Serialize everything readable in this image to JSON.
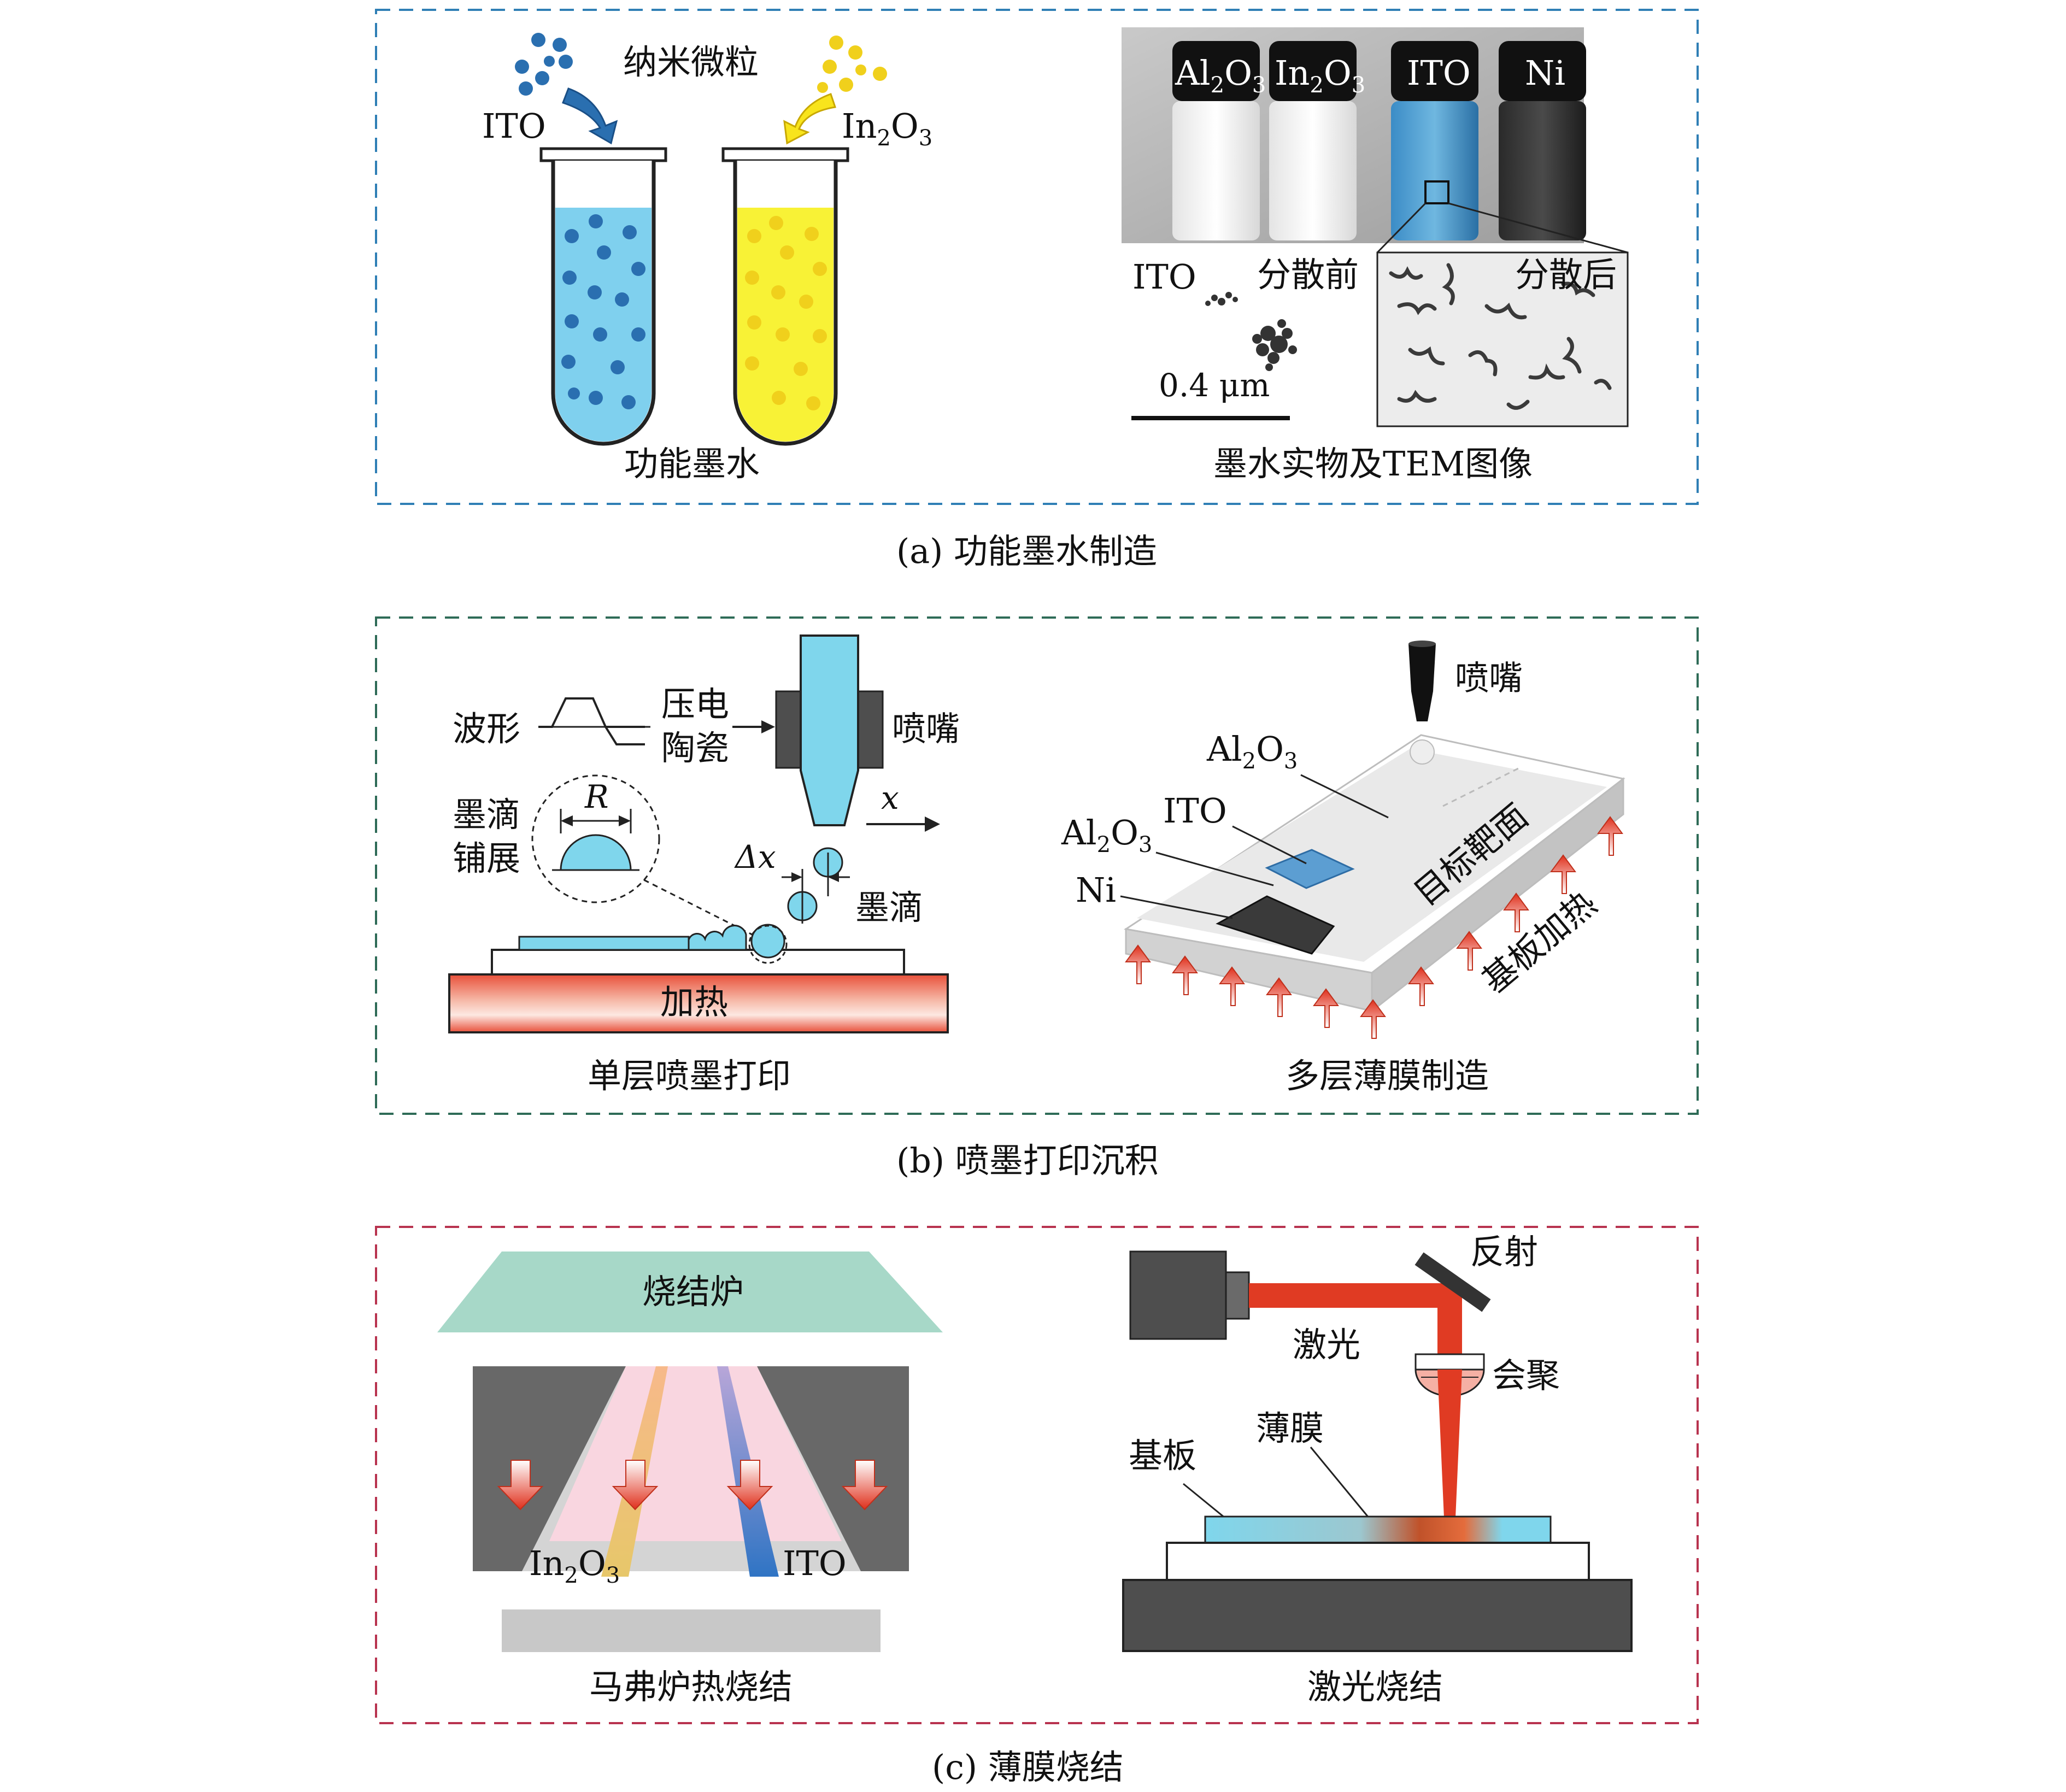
{
  "colors": {
    "panel_a_border": "#2f7fb5",
    "panel_b_border": "#2e6b57",
    "panel_c_border": "#b8334f",
    "ink_blue": "#7fd0ee",
    "particle_blue": "#2a6fb0",
    "ink_yellow": "#f8f236",
    "particle_yellow": "#f0d01c",
    "nozzle": "#7fd6ec",
    "furnace": "#a7d8c8",
    "laser": "#e03b23"
  },
  "panel_a": {
    "caption": "(a) 功能墨水制造",
    "nanoparticle_label": "纳米微粒",
    "ito_label": "ITO",
    "in2o3_label": {
      "base": "In",
      "sub1": "2",
      "mid": "O",
      "sub2": "3"
    },
    "tubes_label": "功能墨水",
    "vial_caps": [
      {
        "base": "Al",
        "sub1": "2",
        "mid": "O",
        "sub2": "3"
      },
      {
        "base": "In",
        "sub1": "2",
        "mid": "O",
        "sub2": "3"
      },
      {
        "base": "ITO"
      },
      {
        "base": "Ni"
      }
    ],
    "tem_ito_label": "ITO",
    "before_label": "分散前",
    "after_label": "分散后",
    "scale_label": "0.4 μm",
    "photo_label": "墨水实物及TEM图像"
  },
  "panel_b": {
    "caption": "(b) 喷墨打印沉积",
    "waveform_label": "波形",
    "piezo_label_1": "压电",
    "piezo_label_2": "陶瓷",
    "nozzle_label": "喷嘴",
    "spread_label_1": "墨滴",
    "spread_label_2": "铺展",
    "r_label": "R",
    "x_label": "x",
    "dx_label": "Δx",
    "droplet_label": "墨滴",
    "heating_label": "加热",
    "single_label": "单层喷墨打印",
    "nozzle_label_right": "喷嘴",
    "al2o3_top": {
      "base": "Al",
      "sub1": "2",
      "mid": "O",
      "sub2": "3"
    },
    "ito_label": "ITO",
    "al2o3_mid": {
      "base": "Al",
      "sub1": "2",
      "mid": "O",
      "sub2": "3"
    },
    "ni_label": "Ni",
    "target_label": "目标靶面",
    "substrate_heat_label": "基板加热",
    "multi_label": "多层薄膜制造"
  },
  "panel_c": {
    "caption": "(c) 薄膜烧结",
    "furnace_label": "烧结炉",
    "in2o3_label": {
      "base": "In",
      "sub1": "2",
      "mid": "O",
      "sub2": "3"
    },
    "ito_label": "ITO",
    "muffle_label": "马弗炉热烧结",
    "reflect_label": "反射",
    "laser_label": "激光",
    "focus_label": "会聚",
    "film_label": "薄膜",
    "substrate_label": "基板",
    "laser_sinter_label": "激光烧结"
  }
}
